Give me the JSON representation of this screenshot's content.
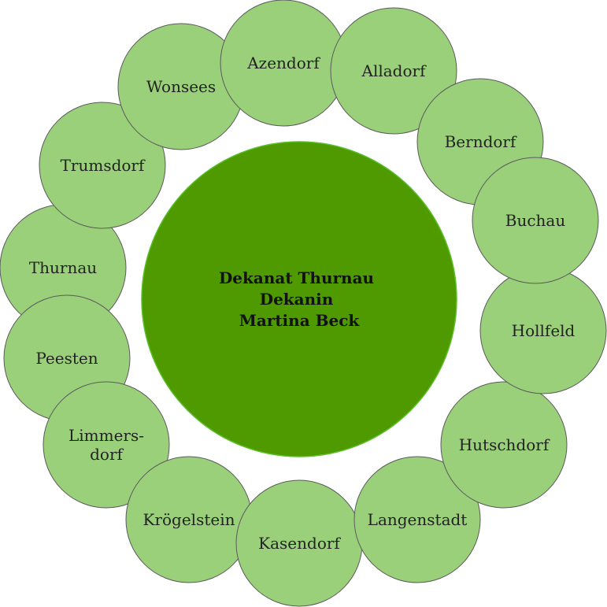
{
  "center": {
    "lines": [
      "Dekanat Thurnau",
      "Dekanin",
      "Martina Beck"
    ],
    "fill": "#4e9a00",
    "stroke": "#5bbf2a"
  },
  "satellites": {
    "fill": "#9bd07b",
    "stroke": "#5a5a5a",
    "items": [
      {
        "label": "Wonsees"
      },
      {
        "label": "Azendorf"
      },
      {
        "label": "Alladorf"
      },
      {
        "label": "Berndorf"
      },
      {
        "label": "Buchau"
      },
      {
        "label": "Hollfeld"
      },
      {
        "label": "Hutschdorf"
      },
      {
        "label": "Langenstadt"
      },
      {
        "label": "Kasendorf"
      },
      {
        "label": "Krögelstein"
      },
      {
        "label": "Limmers-\ndorf"
      },
      {
        "label": "Peesten"
      },
      {
        "label": "Thurnau"
      },
      {
        "label": "Trumsdorf"
      }
    ]
  }
}
